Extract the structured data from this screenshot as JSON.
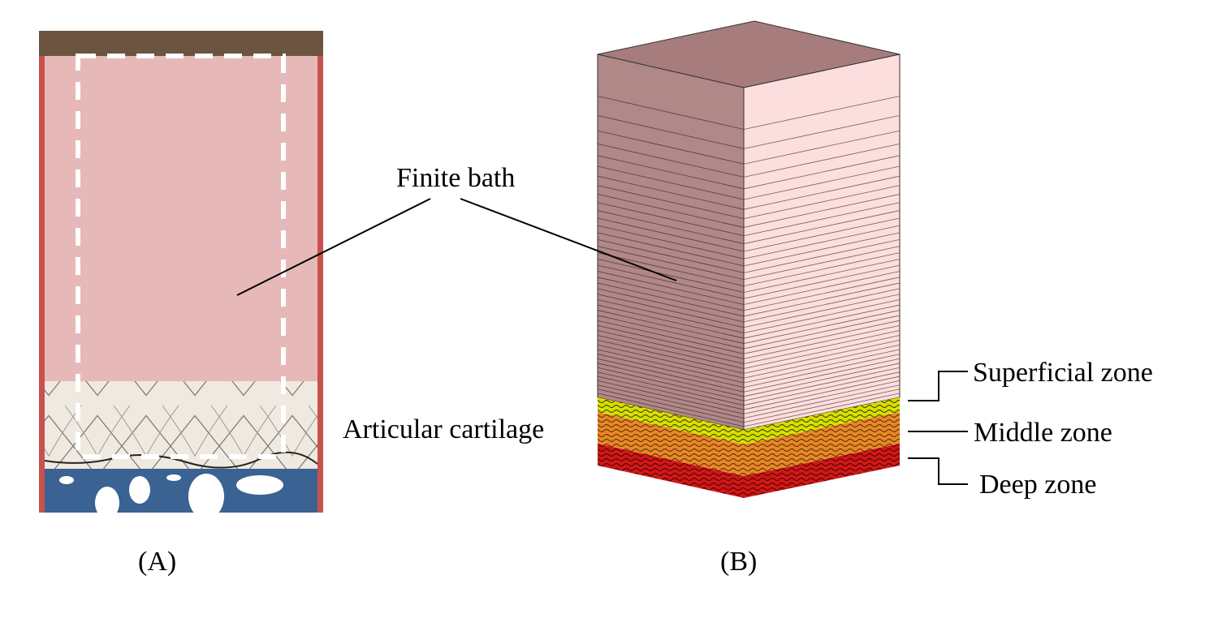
{
  "labels": {
    "finite_bath": "Finite bath",
    "articular_cartilage": "Articular cartilage",
    "superficial_zone": "Superficial zone",
    "middle_zone": "Middle zone",
    "deep_zone": "Deep zone",
    "panel_a": "(A)",
    "panel_b": "(B)"
  },
  "colors": {
    "bath_fill": "#e6b8b8",
    "platen": "#6b5540",
    "side_walls": "#c8514e",
    "bone": "#3a6293",
    "cartilage_bg": "#efe9df",
    "box_top": "#a67c7c",
    "box_left": "#b08888",
    "box_right": "#fcdede",
    "superficial": "#d8e000",
    "middle": "#e8882a",
    "deep": "#d01818"
  }
}
